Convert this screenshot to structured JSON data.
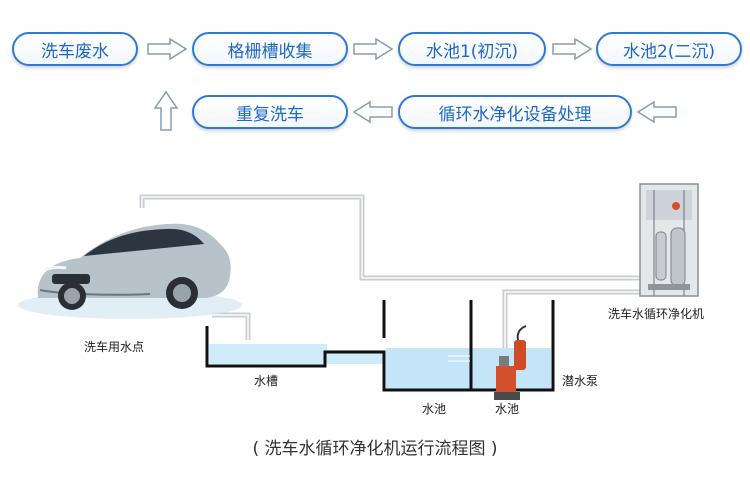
{
  "flow": {
    "steps": [
      "洗车废水",
      "格栅槽收集",
      "水池1(初沉)",
      "水池2(二沉)",
      "循环水净化设备处理",
      "重复洗车"
    ]
  },
  "scene": {
    "car_point": "洗车用水点",
    "tank": "水槽",
    "pool_a": "水池",
    "pool_b": "水池",
    "pump": "潜水泵",
    "machine": "洗车水循环净化机"
  },
  "caption": "( 洗车水循环净化机运行流程图 )",
  "colors": {
    "accent": "#2f79d6",
    "water": "#bfe3f7",
    "pump": "#d4502a"
  }
}
